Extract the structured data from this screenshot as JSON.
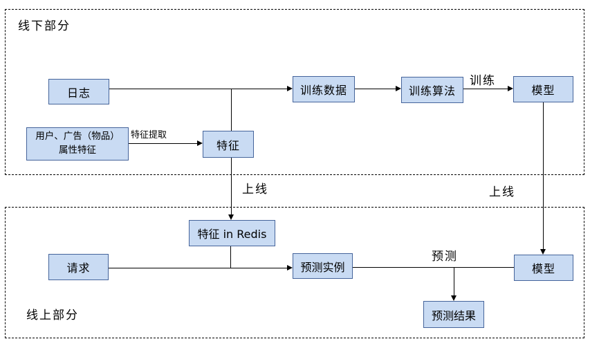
{
  "sections": {
    "offline": "线下部分",
    "online": "线上部分"
  },
  "nodes": {
    "logs": "日志",
    "user_attr_line1": "用户、广告（物品）",
    "user_attr_line2": "属性特征",
    "feature": "特征",
    "training_data": "训练数据",
    "training_algo": "训练算法",
    "model_offline": "模型",
    "feature_redis": "特征 in Redis",
    "request": "请求",
    "predict_instance": "预测实例",
    "model_online": "模型",
    "predict_result": "预测结果"
  },
  "edge_labels": {
    "feature_extract": "特征提取",
    "train": "训练",
    "deploy_left": "上线",
    "deploy_right": "上线",
    "predict": "预测"
  },
  "colors": {
    "node_fill": "#c9dbf3",
    "node_border": "#44639a",
    "line": "#000000",
    "background": "#ffffff"
  }
}
